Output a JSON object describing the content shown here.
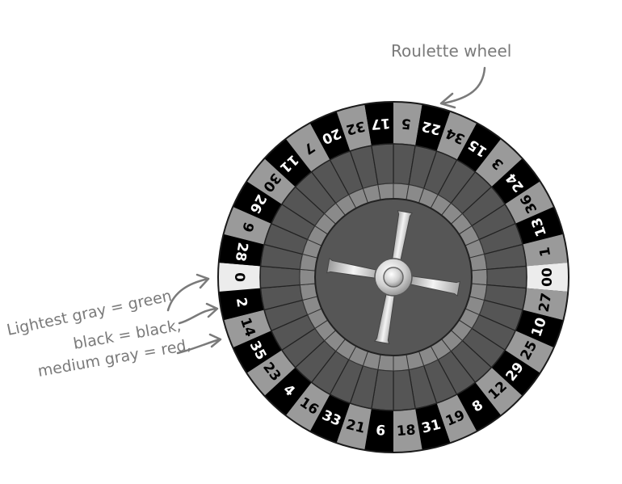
{
  "title_annotation": "Roulette wheel",
  "legend": {
    "green": "Lightest gray = green",
    "black": "black = black,",
    "red": "medium gray = red,"
  },
  "colors": {
    "green_pocket": "#ececec",
    "black_pocket": "#000000",
    "red_pocket": "#9a9a9a",
    "inner_ring": "#555555",
    "checker_ring": "#8a8a8a",
    "dish": "#565656",
    "annotation": "#7a7a7a"
  },
  "wheel": {
    "type": "American",
    "pocket_count": 38,
    "pockets_clockwise_from_top": [
      {
        "n": "5",
        "c": "red"
      },
      {
        "n": "22",
        "c": "black"
      },
      {
        "n": "34",
        "c": "red"
      },
      {
        "n": "15",
        "c": "black"
      },
      {
        "n": "3",
        "c": "red"
      },
      {
        "n": "24",
        "c": "black"
      },
      {
        "n": "36",
        "c": "red"
      },
      {
        "n": "13",
        "c": "black"
      },
      {
        "n": "1",
        "c": "red"
      },
      {
        "n": "00",
        "c": "green"
      },
      {
        "n": "27",
        "c": "red"
      },
      {
        "n": "10",
        "c": "black"
      },
      {
        "n": "25",
        "c": "red"
      },
      {
        "n": "29",
        "c": "black"
      },
      {
        "n": "12",
        "c": "red"
      },
      {
        "n": "8",
        "c": "black"
      },
      {
        "n": "19",
        "c": "red"
      },
      {
        "n": "31",
        "c": "black"
      },
      {
        "n": "18",
        "c": "red"
      },
      {
        "n": "6",
        "c": "black"
      },
      {
        "n": "21",
        "c": "red"
      },
      {
        "n": "33",
        "c": "black"
      },
      {
        "n": "16",
        "c": "red"
      },
      {
        "n": "4",
        "c": "black"
      },
      {
        "n": "23",
        "c": "red"
      },
      {
        "n": "35",
        "c": "black"
      },
      {
        "n": "14",
        "c": "red"
      },
      {
        "n": "2",
        "c": "black"
      },
      {
        "n": "0",
        "c": "green"
      },
      {
        "n": "28",
        "c": "black"
      },
      {
        "n": "9",
        "c": "red"
      },
      {
        "n": "26",
        "c": "black"
      },
      {
        "n": "30",
        "c": "red"
      },
      {
        "n": "11",
        "c": "black"
      },
      {
        "n": "7",
        "c": "red"
      },
      {
        "n": "20",
        "c": "black"
      },
      {
        "n": "32",
        "c": "red"
      },
      {
        "n": "17",
        "c": "black"
      }
    ]
  }
}
